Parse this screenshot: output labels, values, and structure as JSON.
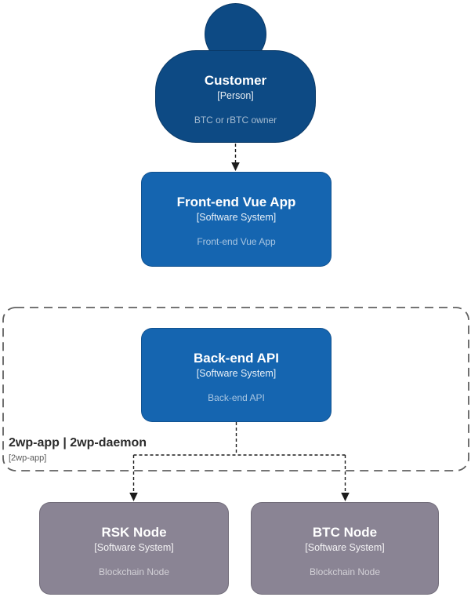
{
  "diagram": {
    "colors": {
      "person_fill": "#0d4a84",
      "system_fill": "#1565b0",
      "external_fill": "#8a8494",
      "boundary_border": "#606060",
      "connector": "#1c1c1c",
      "boundary_label": "#2b2b2b",
      "boundary_meta": "#5a5a5a"
    },
    "nodes": {
      "customer": {
        "title": "Customer",
        "meta": "[Person]",
        "description": "BTC or rBTC owner"
      },
      "frontend": {
        "title": "Front-end Vue App",
        "meta": "[Software System]",
        "description": "Front-end Vue App"
      },
      "backend": {
        "title": "Back-end API",
        "meta": "[Software System]",
        "description": "Back-end API"
      },
      "rsk": {
        "title": "RSK Node",
        "meta": "[Software System]",
        "description": "Blockchain Node"
      },
      "btc": {
        "title": "BTC Node",
        "meta": "[Software System]",
        "description": "Blockchain Node"
      }
    },
    "boundary": {
      "label": "2wp-app | 2wp-daemon",
      "meta": "[2wp-app]"
    }
  }
}
